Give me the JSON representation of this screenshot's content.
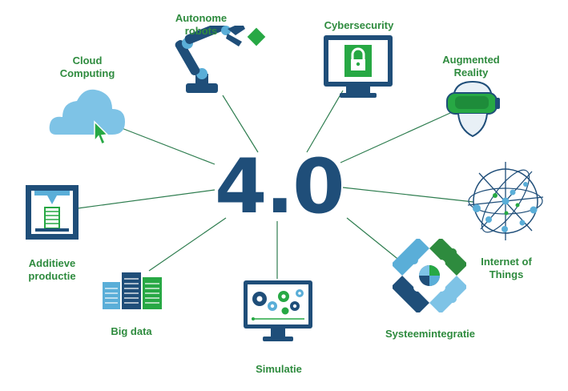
{
  "center": {
    "text": "4.0"
  },
  "nodes": [
    {
      "id": "autonome-robots",
      "lines": [
        "Autonome",
        "robots"
      ],
      "icon": "robot-arm-icon"
    },
    {
      "id": "cybersecurity",
      "lines": [
        "Cybersecurity"
      ],
      "icon": "monitor-lock-icon"
    },
    {
      "id": "augmented-reality",
      "lines": [
        "Augmented",
        "Reality"
      ],
      "icon": "vr-headset-icon"
    },
    {
      "id": "cloud-computing",
      "lines": [
        "Cloud",
        "Computing"
      ],
      "icon": "cloud-icon"
    },
    {
      "id": "additieve-productie",
      "lines": [
        "Additieve",
        "productie"
      ],
      "icon": "3d-printer-icon"
    },
    {
      "id": "internet-of-things",
      "lines": [
        "Internet of",
        "Things"
      ],
      "icon": "network-globe-icon"
    },
    {
      "id": "big-data",
      "lines": [
        "Big data"
      ],
      "icon": "server-rack-icon"
    },
    {
      "id": "simulatie",
      "lines": [
        "Simulatie"
      ],
      "icon": "monitor-gears-icon"
    },
    {
      "id": "systeemintegratie",
      "lines": [
        "Systeemintegratie"
      ],
      "icon": "puzzle-icon"
    }
  ],
  "colors": {
    "navy": "#1f4e79",
    "blue": "#5aaed8",
    "light_blue": "#7ec3e6",
    "green": "#2e8b3e",
    "bright_green": "#27a844",
    "line": "#2e7d4f"
  }
}
